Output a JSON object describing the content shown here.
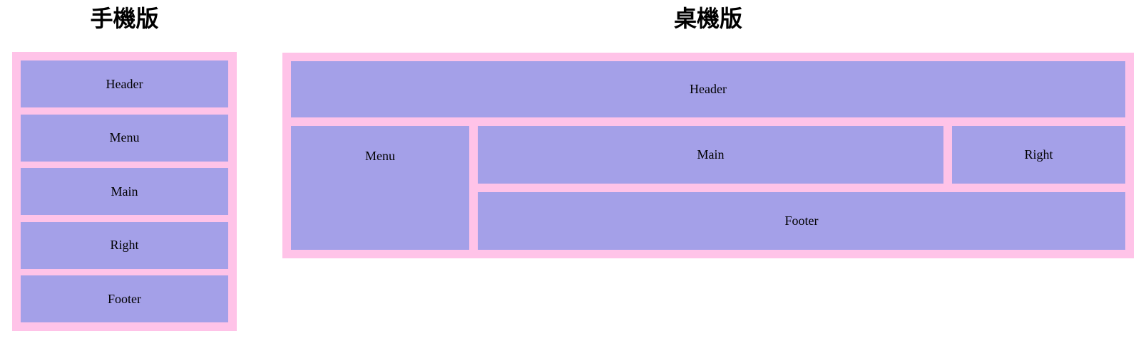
{
  "colors": {
    "container_pink": "#ffc3e8",
    "block_purple": "#a4a0e8",
    "text": "#000000",
    "page_background": "#ffffff"
  },
  "mobile": {
    "title": "手機版",
    "blocks": [
      {
        "label": "Header"
      },
      {
        "label": "Menu"
      },
      {
        "label": "Main"
      },
      {
        "label": "Right"
      },
      {
        "label": "Footer"
      }
    ]
  },
  "desktop": {
    "title": "桌機版",
    "blocks": {
      "header": "Header",
      "menu": "Menu",
      "main": "Main",
      "right": "Right",
      "footer": "Footer"
    }
  }
}
